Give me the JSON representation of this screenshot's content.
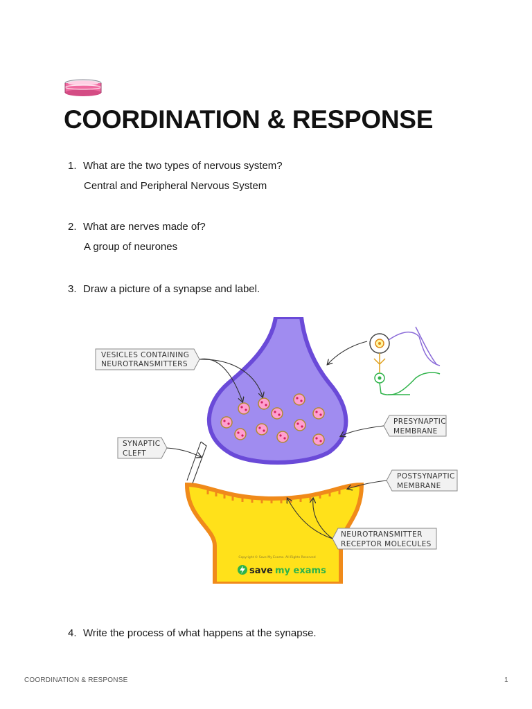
{
  "title": "COORDINATION & RESPONSE",
  "questions": [
    {
      "num": "1.",
      "text": "What are the two types of nervous system?",
      "answer": "Central and Peripheral Nervous System"
    },
    {
      "num": "2.",
      "text": "What are nerves made of?",
      "answer": "A group of neurones"
    },
    {
      "num": "3.",
      "text": "Draw a picture of a synapse and label.",
      "answer": ""
    },
    {
      "num": "4.",
      "text": "Write the process of what happens at the synapse.",
      "answer": ""
    }
  ],
  "diagram": {
    "labels": {
      "vesicles_1": "VESICLES   CONTAINING",
      "vesicles_2": "NEUROTRANSMITTERS",
      "cleft_1": "SYNAPTIC",
      "cleft_2": "CLEFT",
      "pre_1": "PRESYNAPTIC",
      "pre_2": "MEMBRANE",
      "post_1": "POSTSYNAPTIC",
      "post_2": "MEMBRANE",
      "receptor_1": "NEUROTRANSMITTER",
      "receptor_2": "RECEPTOR     MOLECULES"
    },
    "copyright": "Copyright © Save My Exams. All Rights Reserved",
    "logo_text_1": "save",
    "logo_text_2": "my exams",
    "colors": {
      "presynaptic": "#a08cf0",
      "presynaptic_edge": "#6a4ad8",
      "postsynaptic": "#ffe11a",
      "postsynaptic_edge": "#f08a1a",
      "vesicle": "#ff9fd0",
      "logo_green": "#2fb34a"
    }
  },
  "footer": {
    "left": "COORDINATION & RESPONSE",
    "page": "1"
  }
}
